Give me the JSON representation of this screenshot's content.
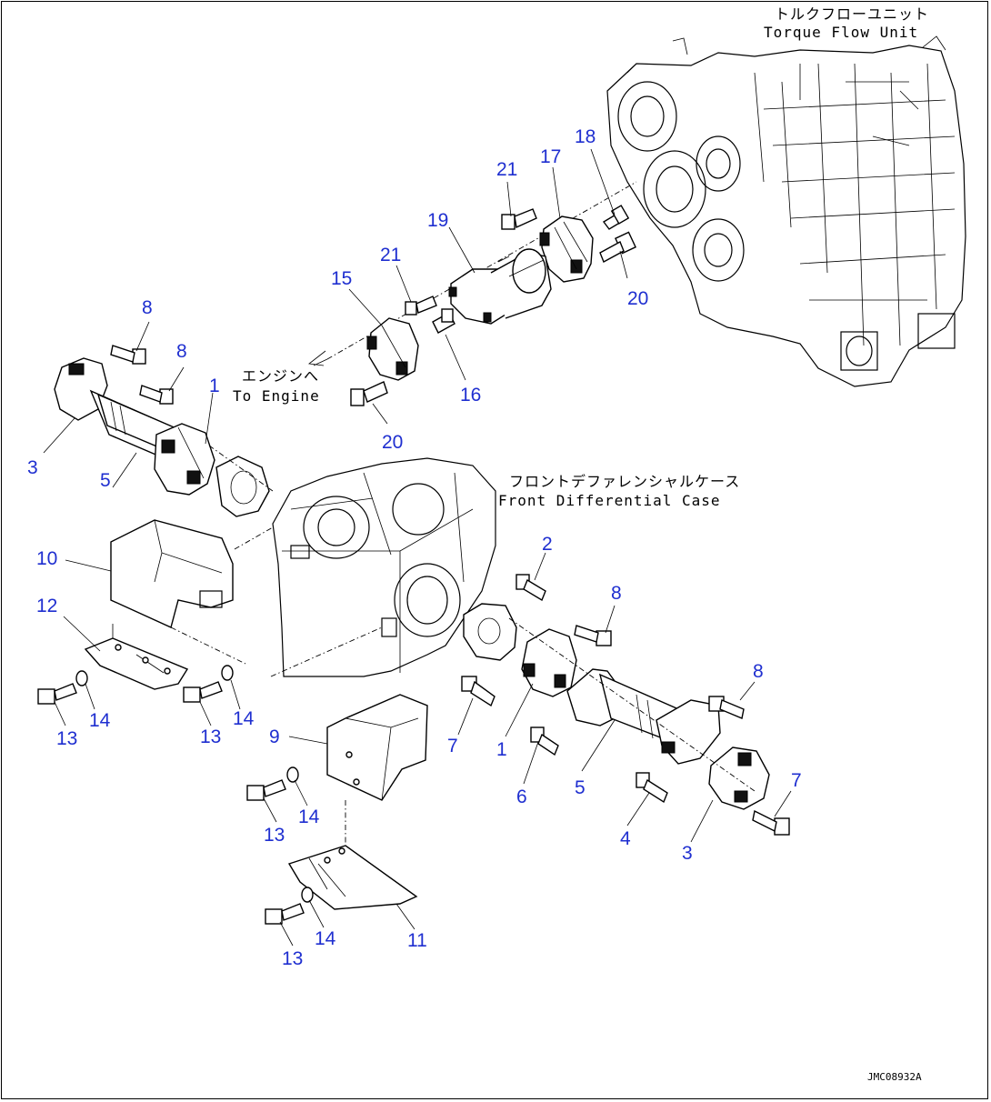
{
  "labels": {
    "torque_flow_jp": "トルクフローユニット",
    "torque_flow_en": "Torque Flow Unit",
    "engine_jp": "エンジンへ",
    "engine_en": "To Engine",
    "front_diff_jp": "フロントデファレンシャルケース",
    "front_diff_en": "Front Differential Case"
  },
  "drawing_code": "JMC08932A",
  "callouts": [
    {
      "id": "c-18",
      "text": "18"
    },
    {
      "id": "c-17",
      "text": "17"
    },
    {
      "id": "c-21a",
      "text": "21"
    },
    {
      "id": "c-19",
      "text": "19"
    },
    {
      "id": "c-21b",
      "text": "21"
    },
    {
      "id": "c-15",
      "text": "15"
    },
    {
      "id": "c-20a",
      "text": "20"
    },
    {
      "id": "c-16",
      "text": "16"
    },
    {
      "id": "c-20b",
      "text": "20"
    },
    {
      "id": "c-8a",
      "text": "8"
    },
    {
      "id": "c-8b",
      "text": "8"
    },
    {
      "id": "c-1a",
      "text": "1"
    },
    {
      "id": "c-3a",
      "text": "3"
    },
    {
      "id": "c-5a",
      "text": "5"
    },
    {
      "id": "c-10",
      "text": "10"
    },
    {
      "id": "c-12",
      "text": "12"
    },
    {
      "id": "c-14a",
      "text": "14"
    },
    {
      "id": "c-13a",
      "text": "13"
    },
    {
      "id": "c-13b",
      "text": "13"
    },
    {
      "id": "c-14b",
      "text": "14"
    },
    {
      "id": "c-9",
      "text": "9"
    },
    {
      "id": "c-14c",
      "text": "14"
    },
    {
      "id": "c-13c",
      "text": "13"
    },
    {
      "id": "c-14d",
      "text": "14"
    },
    {
      "id": "c-13d",
      "text": "13"
    },
    {
      "id": "c-11",
      "text": "11"
    },
    {
      "id": "c-2",
      "text": "2"
    },
    {
      "id": "c-8c",
      "text": "8"
    },
    {
      "id": "c-7a",
      "text": "7"
    },
    {
      "id": "c-1b",
      "text": "1"
    },
    {
      "id": "c-6",
      "text": "6"
    },
    {
      "id": "c-5b",
      "text": "5"
    },
    {
      "id": "c-8d",
      "text": "8"
    },
    {
      "id": "c-7b",
      "text": "7"
    },
    {
      "id": "c-4",
      "text": "4"
    },
    {
      "id": "c-3b",
      "text": "3"
    }
  ]
}
